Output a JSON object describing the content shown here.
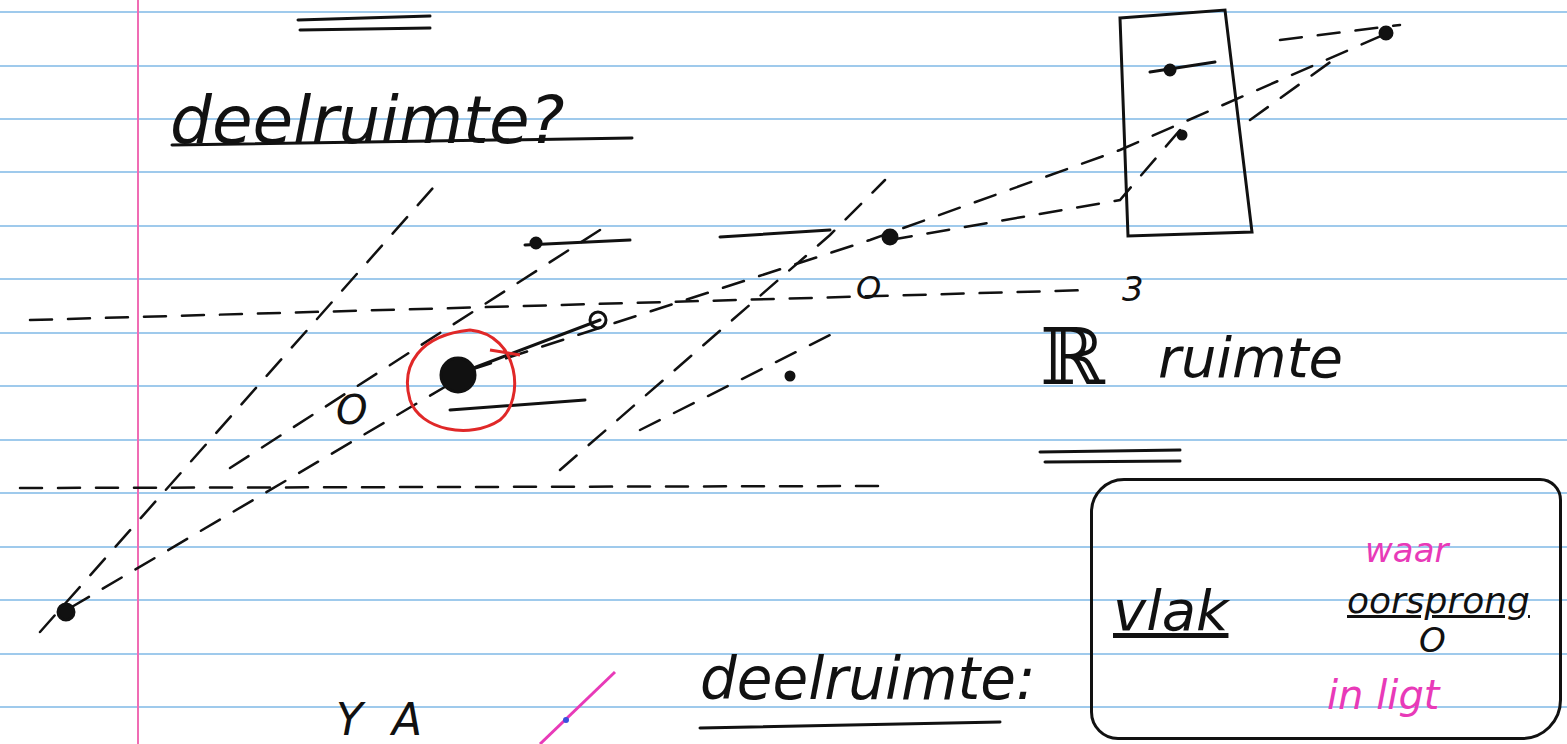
{
  "diagram": {
    "nodes": [
      {
        "text": [
          "vlak",
          "waar",
          "oorsprong",
          "O",
          "in ligt"
        ]
      }
    ],
    "labels": [
      "deelruimte?",
      "ℝ",
      "3",
      "ruimte",
      "deelruimte:",
      "O",
      "O",
      "Y",
      "A"
    ]
  }
}
